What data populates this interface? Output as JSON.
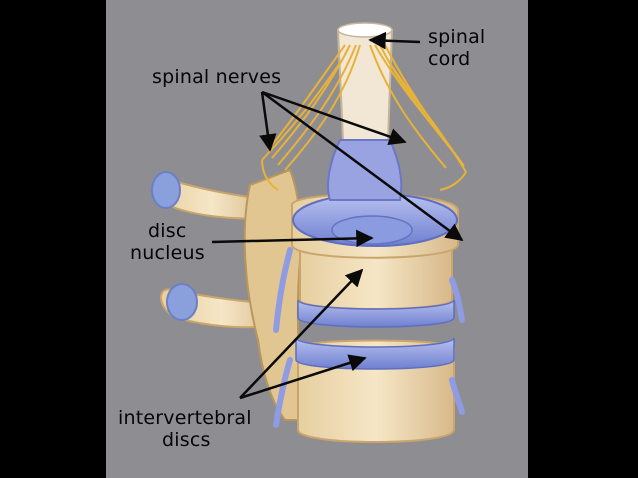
{
  "labels": {
    "spinal_cord": [
      "spinal",
      "cord"
    ],
    "spinal_nerves": "spinal nerves",
    "disc_nucleus": [
      "disc",
      "nucleus"
    ],
    "intervertebral_discs": [
      "intervertebral",
      "discs"
    ]
  },
  "colors": {
    "background": "#000000",
    "panel": "#8e8e92",
    "bone": "#f1dcb4",
    "bone_shadow": "#d8bb86",
    "disc": "#7f8fd8",
    "disc_light": "#a9b3e8",
    "nerve": "#e7b23a",
    "label_text": "#050505"
  }
}
